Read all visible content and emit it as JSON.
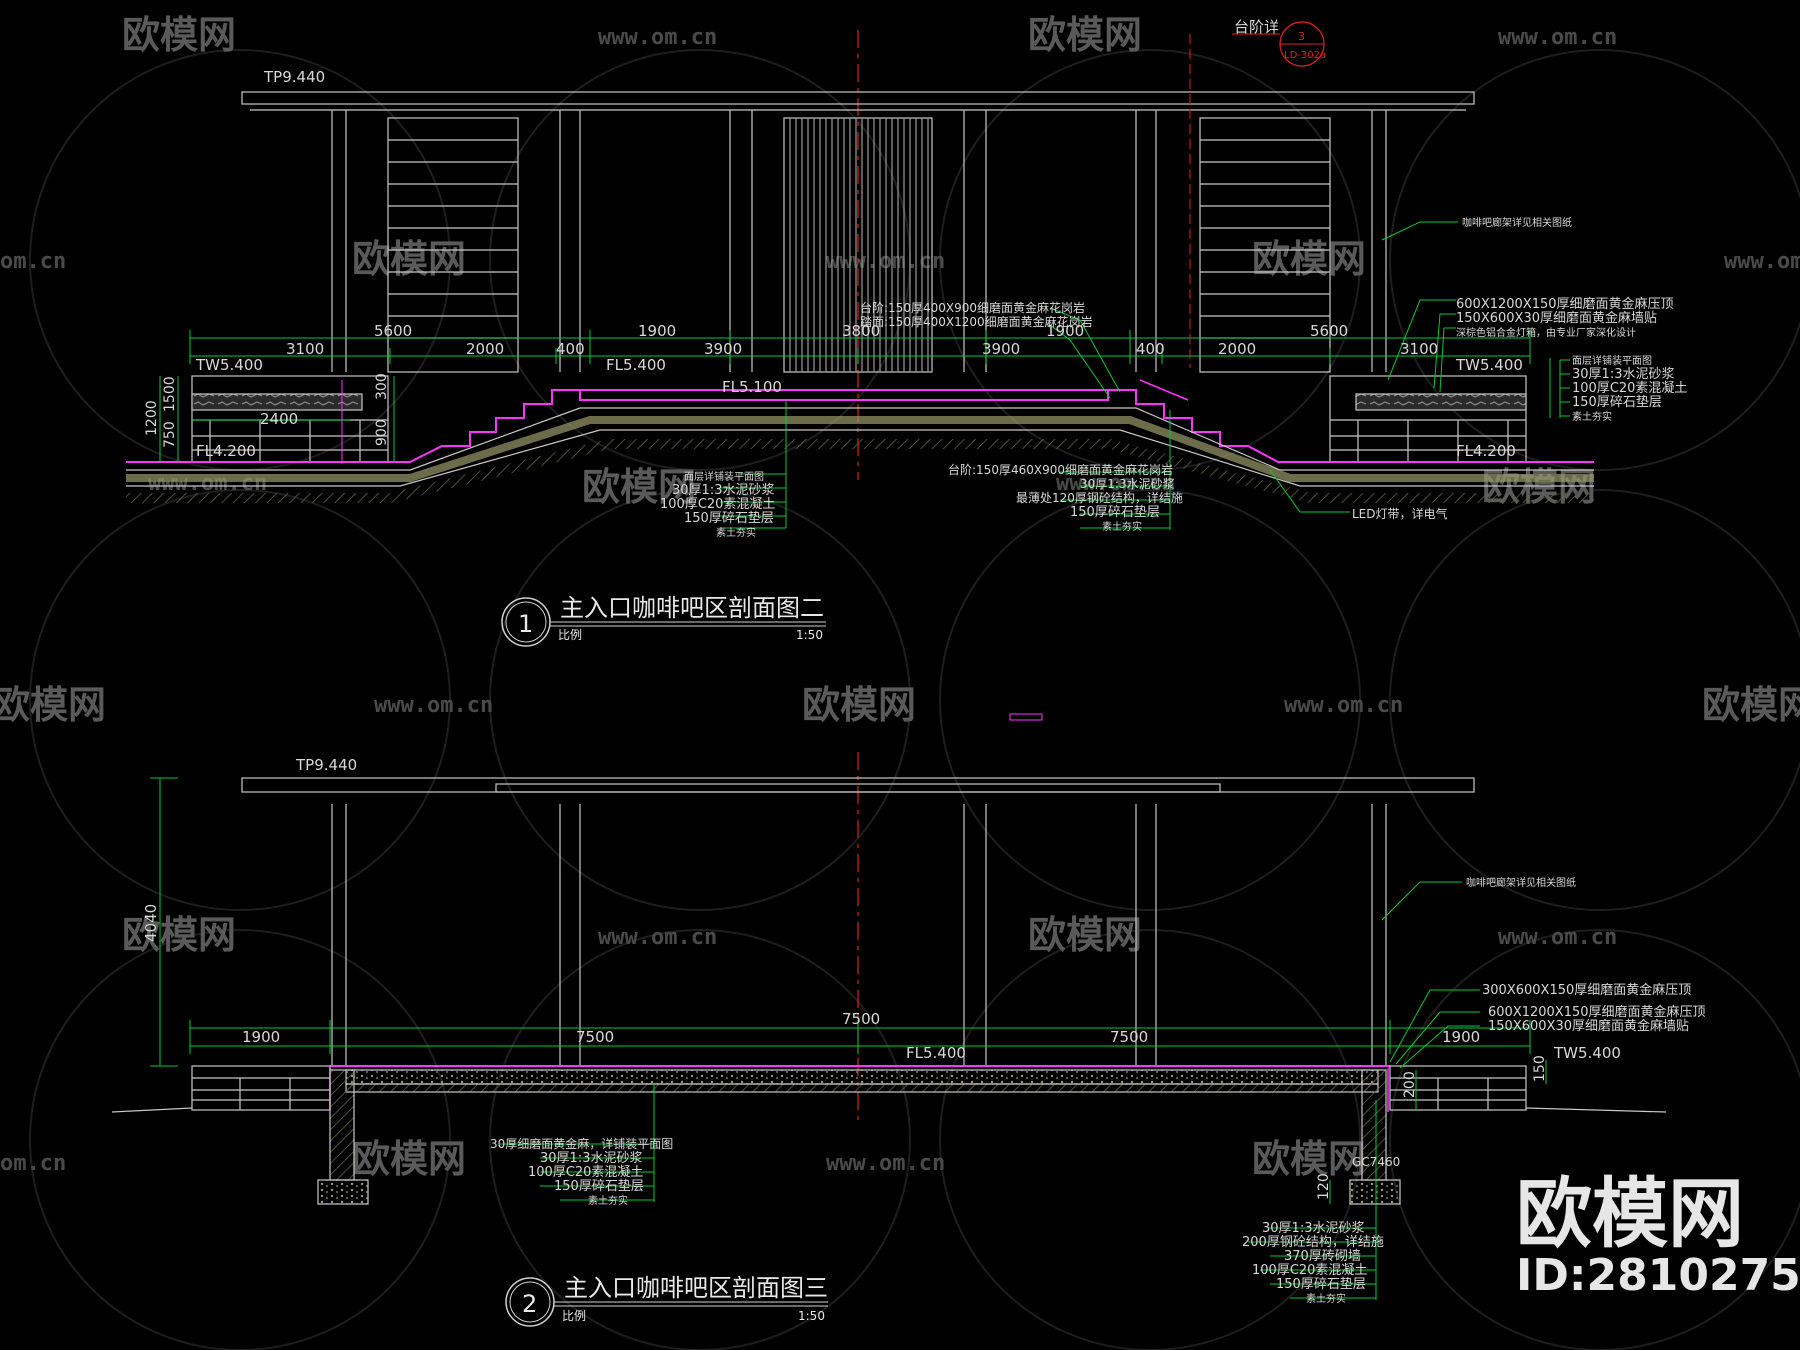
{
  "watermark": {
    "brand": "欧模网",
    "url": "www.om.cn",
    "url_short": "om.cn",
    "id_label": "ID:2810275"
  },
  "section1": {
    "title": "主入口咖啡吧区剖面图二",
    "number": "1",
    "scale_label": "比例",
    "scale": "1:50",
    "detail_ref": {
      "label": "台阶详",
      "num": "3",
      "sheet": "LD-302a"
    },
    "levels": {
      "tp": "TP9.440",
      "tw_left": "TW5.400",
      "tw_right": "TW5.400",
      "fl_mid": "FL5.400",
      "fl_center": "FL5.100",
      "fl_left": "FL4.200",
      "fl_right": "FL4.200"
    },
    "dims_top": [
      "5600",
      "1900",
      "3800",
      "1900",
      "5600"
    ],
    "dims_bottom": [
      "3100",
      "2000",
      "400",
      "3900",
      "3900",
      "400",
      "2000",
      "3100"
    ],
    "dim_2400": "2400",
    "dims_vertical": [
      "1200",
      "750",
      "1500",
      "300",
      "900"
    ],
    "notes_right_top": [
      "咖啡吧廊架详见相关图纸",
      "600X1200X150厚细磨面黄金麻压顶",
      "150X600X30厚细磨面黄金麻墙贴",
      "深棕色铝合金灯箱，由专业厂家深化设计"
    ],
    "notes_right_side": [
      "面层详铺装平面图",
      "30厚1:3水泥砂浆",
      "100厚C20素混凝土",
      "150厚碎石垫层",
      "素土夯实"
    ],
    "notes_center_top": [
      "台阶:150厚400X900细磨面黄金麻花岗岩",
      "踏面:150厚400X1200细磨面黄金麻花岗岩"
    ],
    "notes_left_bottom": [
      "面层详铺装平面图",
      "30厚1:3水泥砂浆",
      "100厚C20素混凝土",
      "150厚碎石垫层",
      "素土夯实"
    ],
    "notes_center_bottom": [
      "台阶:150厚460X900细磨面黄金麻花岗岩",
      "30厚1:3水泥砂浆",
      "最薄处120厚钢砼结构，详结施",
      "150厚碎石垫层",
      "素土夯实"
    ],
    "led_note": "LED灯带，详电气"
  },
  "section2": {
    "title": "主入口咖啡吧区剖面图三",
    "number": "2",
    "scale_label": "比例",
    "scale": "1:50",
    "levels": {
      "tp": "TP9.440",
      "fl_mid": "FL5.400",
      "tw_right": "TW5.400"
    },
    "dims": [
      "1900",
      "7500",
      "7500",
      "7500",
      "1900"
    ],
    "dims_vertical": [
      "4040",
      "200",
      "150",
      "120"
    ],
    "foot_tag": "GC7460",
    "notes_right_top": [
      "咖啡吧廊架详见相关图纸",
      "300X600X150厚细磨面黄金麻压顶",
      "600X1200X150厚细磨面黄金麻压顶",
      "150X600X30厚细磨面黄金麻墙贴"
    ],
    "notes_left": [
      "30厚细磨面黄金麻，详铺装平面图",
      "30厚1:3水泥砂浆",
      "100厚C20素混凝土",
      "150厚碎石垫层",
      "素土夯实"
    ],
    "notes_right_bottom": [
      "30厚1:3水泥砂浆",
      "200厚钢砼结构，详结施",
      "370厚砖砌墙",
      "100厚C20素混凝土",
      "150厚碎石垫层",
      "素土夯实"
    ]
  },
  "colors": {
    "bg": "#000000",
    "line": "#c8c8c8",
    "note_line": "#00cc33",
    "axis_red": "#e02020",
    "paving": "#ff33ff"
  }
}
